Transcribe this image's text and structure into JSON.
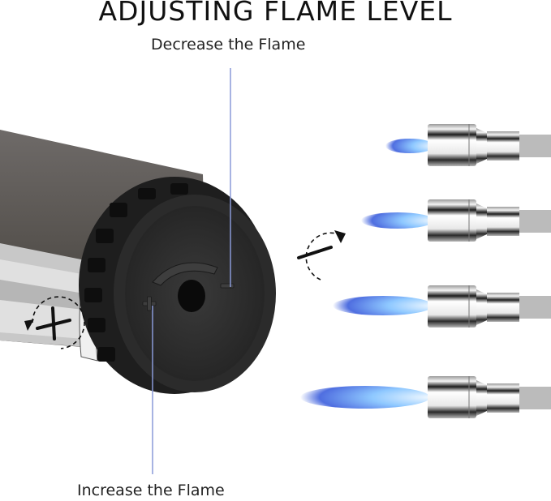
{
  "title": "ADJUSTING FLAME LEVEL",
  "labels": {
    "decrease": "Decrease the Flame",
    "increase": "Increase the Flame"
  },
  "symbols": {
    "minus_indicator": "−",
    "plus_indicator": "+"
  },
  "icons": [
    "rotate-clockwise-minus-icon",
    "rotate-counterclockwise-plus-icon",
    "torch-nozzle-icon"
  ],
  "flame_levels": [
    {
      "level": 1,
      "flame_length": "short"
    },
    {
      "level": 2,
      "flame_length": "medium-short"
    },
    {
      "level": 3,
      "flame_length": "medium-long"
    },
    {
      "level": 4,
      "flame_length": "long"
    }
  ],
  "colors": {
    "leader_line": "#8a9ad8",
    "flame_core": "#dff0ff",
    "flame_outer": "#5a7de0",
    "body": "#5a5654",
    "knob": "#2e2e2e"
  }
}
